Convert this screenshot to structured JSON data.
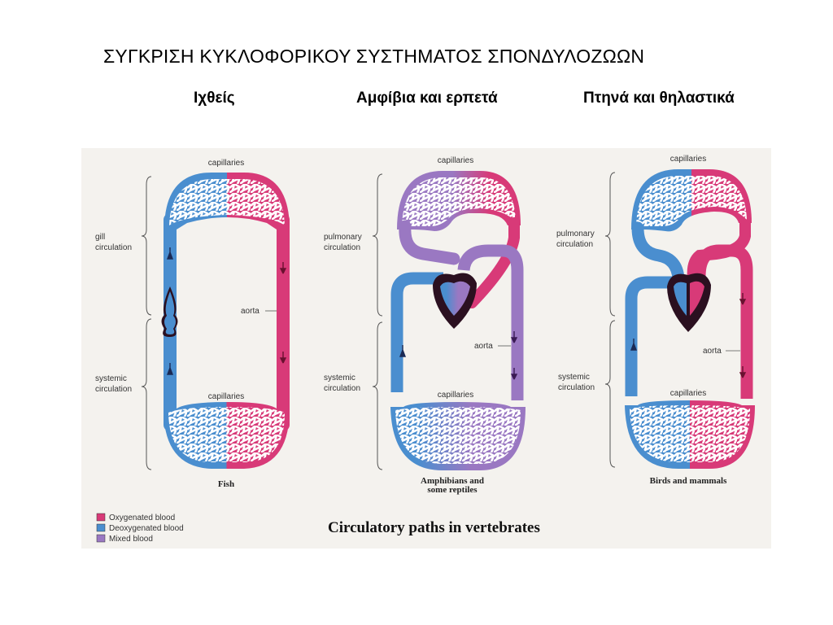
{
  "title": "ΣΥΓΚΡΙΣΗ ΚΥΚΛΟΦΟΡΙΚΟΥ ΣΥΣΤΗΜΑΤΟΣ ΣΠΟΝΔΥΛΟΖΩΩΝ",
  "columns": [
    "Ιχθείς",
    "Αμφίβια και ερπετά",
    "Πτηνά και θηλαστικά"
  ],
  "figure": {
    "title": "Circulatory paths in vertebrates",
    "panels": [
      {
        "caption": "Fish",
        "top_capillaries": "capillaries",
        "bottom_capillaries": "capillaries",
        "upper_bracket": "gill circulation",
        "lower_bracket": "systemic circulation",
        "aorta": "aorta"
      },
      {
        "caption": "Amphibians and some reptiles",
        "top_capillaries": "capillaries",
        "bottom_capillaries": "capillaries",
        "upper_bracket": "pulmonary circulation",
        "lower_bracket": "systemic circulation",
        "aorta": "aorta"
      },
      {
        "caption": "Birds and mammals",
        "top_capillaries": "capillaries",
        "bottom_capillaries": "capillaries",
        "upper_bracket": "pulmonary circulation",
        "lower_bracket": "systemic circulation",
        "aorta": "aorta"
      }
    ],
    "legend": [
      {
        "label": "Oxygenated blood",
        "color": "#d83a78"
      },
      {
        "label": "Deoxygenated blood",
        "color": "#4a8ecf"
      },
      {
        "label": "Mixed blood",
        "color": "#9a78c2"
      }
    ]
  },
  "colors": {
    "oxygenated": "#d83a78",
    "deoxygenated": "#4a8ecf",
    "mixed": "#9a78c2",
    "heart": "#2b1020",
    "figure_background": "#f4f2ee"
  }
}
